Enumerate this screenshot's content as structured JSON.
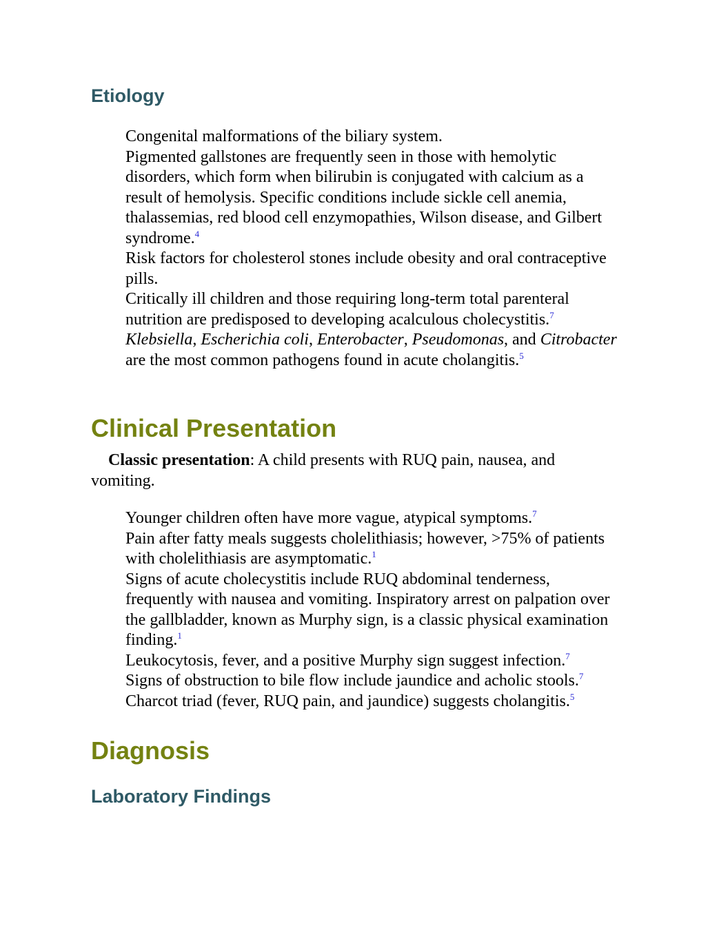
{
  "etiology": {
    "heading": "Etiology",
    "items": [
      {
        "text": "Congenital malformations of the biliary system."
      },
      {
        "text": "Pigmented gallstones are frequently seen in those with hemolytic disorders, which form when bilirubin is conjugated with calcium as a result of hemolysis. Specific conditions include sickle cell anemia, thalassemias, red blood cell enzymopathies, Wilson disease, and Gilbert syndrome.",
        "ref": "4"
      },
      {
        "text": "Risk factors for cholesterol stones include obesity and oral contraceptive pills."
      },
      {
        "text": "Critically ill children and those requiring long-term total parenteral nutrition are predisposed to developing acalculous cholecystitis.",
        "ref": "7"
      },
      {
        "pathogens": [
          "Klebsiella",
          "Escherichia coli",
          "Enterobacter",
          "Pseudomonas",
          "Citrobacter"
        ],
        "sep1": ", ",
        "sep2": ", ",
        "sep3": ", ",
        "sep4": ", and ",
        "text_after": " are the most common pathogens found in acute cholangitis.",
        "ref": "5"
      }
    ]
  },
  "clinical": {
    "heading": "Clinical Presentation",
    "classic_label": "Classic presentation",
    "classic_text": ": A child presents with RUQ pain, nausea, and vomiting.",
    "items": [
      {
        "text": "Younger children often have more vague, atypical symptoms.",
        "ref": "7"
      },
      {
        "text": "Pain after fatty meals suggests cholelithiasis; however, >75% of patients with cholelithiasis are asymptomatic.",
        "ref": "1"
      },
      {
        "text": "Signs of acute cholecystitis include RUQ abdominal tenderness, frequently with nausea and vomiting. Inspiratory arrest on palpation over the gallbladder, known as Murphy sign, is a classic physical examination finding.",
        "ref": "1"
      },
      {
        "text": "Leukocytosis, fever, and a positive Murphy sign suggest infection.",
        "ref": "7"
      },
      {
        "text": "Signs of obstruction to bile flow include jaundice and acholic stools.",
        "ref": "7"
      },
      {
        "text": "Charcot triad (fever, RUQ pain, and jaundice) suggests cholangitis.",
        "ref": "5"
      }
    ]
  },
  "diagnosis": {
    "heading": "Diagnosis",
    "lab_heading": "Laboratory Findings"
  },
  "colors": {
    "section_heading": "#748211",
    "subsection_heading": "#2f5a66",
    "reference_link": "#2b2bd6"
  }
}
